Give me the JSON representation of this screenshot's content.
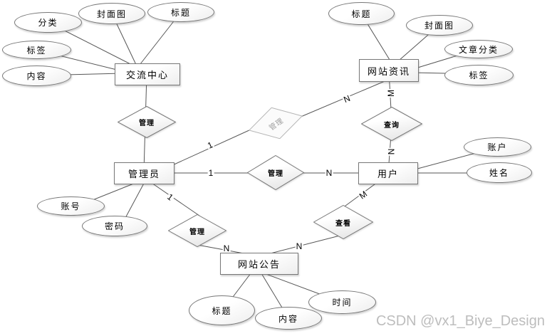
{
  "watermark": {
    "text": "CSDN @vx1_Biye_Design",
    "color": "#bdbdbd"
  },
  "colors": {
    "background": "#ffffff",
    "shape_border": "#777777",
    "shape_fill_top": "#ffffff",
    "shape_fill_bottom": "#e9e9e9",
    "connector_line": "#565656",
    "ghost_relationship_border": "#b5b5b5",
    "ghost_relationship_text": "#a0a0a0",
    "text": "#000000"
  },
  "entities": [
    {
      "id": "exchange-center",
      "label": "交流中心"
    },
    {
      "id": "site-news",
      "label": "网站资讯"
    },
    {
      "id": "admin",
      "label": "管理员"
    },
    {
      "id": "user",
      "label": "用户"
    },
    {
      "id": "site-notice",
      "label": "网站公告"
    }
  ],
  "attributes": [
    {
      "owner": "exchange-center",
      "label": "分类"
    },
    {
      "owner": "exchange-center",
      "label": "封面图"
    },
    {
      "owner": "exchange-center",
      "label": "标题"
    },
    {
      "owner": "exchange-center",
      "label": "标签"
    },
    {
      "owner": "exchange-center",
      "label": "内容"
    },
    {
      "owner": "site-news",
      "label": "标题"
    },
    {
      "owner": "site-news",
      "label": "封面图"
    },
    {
      "owner": "site-news",
      "label": "文章分类"
    },
    {
      "owner": "site-news",
      "label": "标签"
    },
    {
      "owner": "user",
      "label": "账户"
    },
    {
      "owner": "user",
      "label": "姓名"
    },
    {
      "owner": "admin",
      "label": "账号"
    },
    {
      "owner": "admin",
      "label": "密码"
    },
    {
      "owner": "site-notice",
      "label": "标题"
    },
    {
      "owner": "site-notice",
      "label": "内容"
    },
    {
      "owner": "site-notice",
      "label": "时间"
    }
  ],
  "relationships": [
    {
      "id": "manage-exchange",
      "label": "管理",
      "between": [
        "交流中心",
        "管理员"
      ]
    },
    {
      "id": "manage-news-ghost",
      "label": "管理",
      "between": [
        "管理员",
        "网站资讯"
      ]
    },
    {
      "id": "manage-user",
      "label": "管理",
      "between": [
        "管理员",
        "用户"
      ]
    },
    {
      "id": "query",
      "label": "查询",
      "between": [
        "网站资讯",
        "用户"
      ]
    },
    {
      "id": "manage-notice",
      "label": "管理",
      "between": [
        "管理员",
        "网站公告"
      ]
    },
    {
      "id": "view",
      "label": "查看",
      "between": [
        "用户",
        "网站公告"
      ]
    }
  ],
  "cardinalities": [
    {
      "text": "1"
    },
    {
      "text": "N"
    },
    {
      "text": "M"
    },
    {
      "text": "N"
    },
    {
      "text": "1"
    },
    {
      "text": "N"
    },
    {
      "text": "1"
    },
    {
      "text": "N"
    },
    {
      "text": "M"
    },
    {
      "text": "N"
    }
  ]
}
